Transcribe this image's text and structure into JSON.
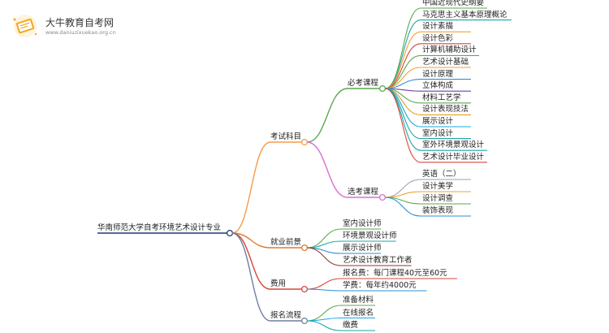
{
  "logo": {
    "name": "大牛教育自考网",
    "url": "www.daniuzixuekao.org.cn",
    "accent": "#f5a623"
  },
  "root": "华南师范大学自考环境艺术设计专业",
  "branches": [
    {
      "label": "考试科目",
      "children": [
        {
          "label": "必考课程",
          "children": [
            "中国近现代史纲要",
            "马克思主义基本原理概论",
            "设计素描",
            "设计色彩",
            "计算机辅助设计",
            "艺术设计基础",
            "设计原理",
            "立体构成",
            "材料工艺学",
            "设计表现技法",
            "展示设计",
            "室内设计",
            "室外环境景观设计",
            "艺术设计毕业设计"
          ]
        },
        {
          "label": "选考课程",
          "children": [
            "英语（二）",
            "设计美学",
            "设计调查",
            "装饰表现"
          ]
        }
      ]
    },
    {
      "label": "就业前景",
      "children": [
        "室内设计师",
        "环境景观设计师",
        "展示设计师",
        "艺术设计教育工作者"
      ]
    },
    {
      "label": "费用",
      "children": [
        "报名费：每门课程40元至60元",
        "学费：每年约4000元"
      ]
    },
    {
      "label": "报名流程",
      "children": [
        "准备材料",
        "在线报名",
        "缴费"
      ]
    }
  ]
}
